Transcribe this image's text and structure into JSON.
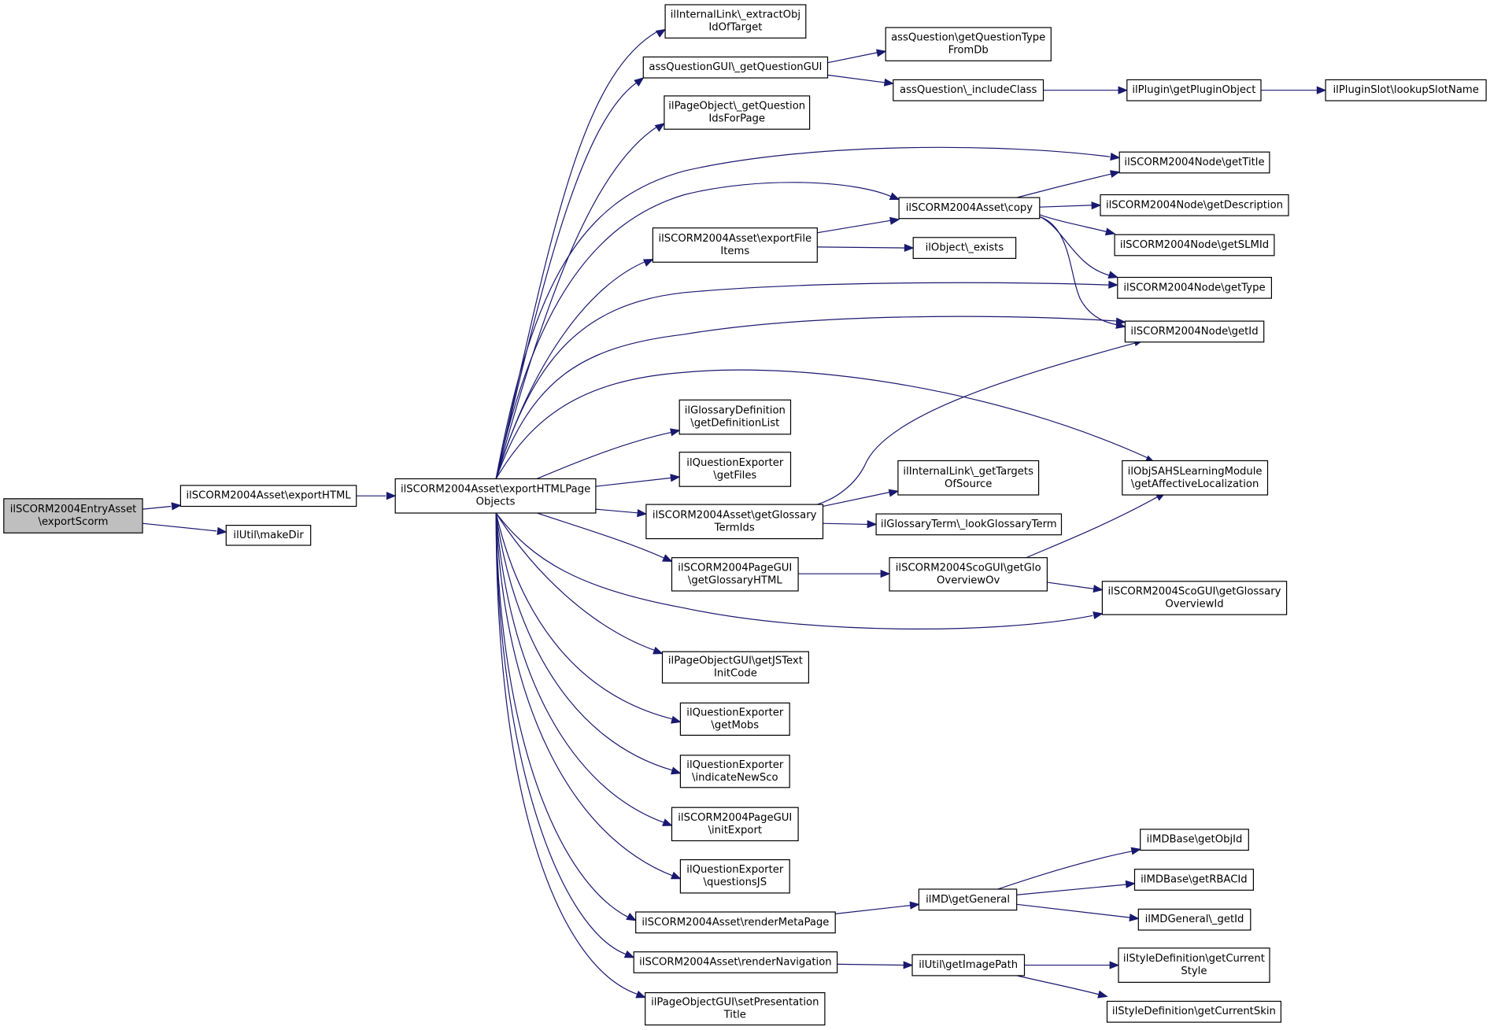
{
  "diagram": {
    "edge_color": "#191970",
    "root_fill": "#bfbfbf",
    "nodes": [
      {
        "id": "n1",
        "lines": [
          "ilSCORM2004EntryAsset",
          "\\exportScorm"
        ]
      },
      {
        "id": "n2",
        "lines": [
          "ilSCORM2004Asset\\exportHTML"
        ]
      },
      {
        "id": "n3",
        "lines": [
          "ilUtil\\makeDir"
        ]
      },
      {
        "id": "n4",
        "lines": [
          "ilSCORM2004Asset\\exportHTMLPage",
          "Objects"
        ]
      },
      {
        "id": "n5",
        "lines": [
          "ilInternalLink\\_extractObj",
          "IdOfTarget"
        ]
      },
      {
        "id": "n6",
        "lines": [
          "assQuestionGUI\\_getQuestionGUI"
        ]
      },
      {
        "id": "n7",
        "lines": [
          "ilPageObject\\_getQuestion",
          "IdsForPage"
        ]
      },
      {
        "id": "n8",
        "lines": [
          "ilSCORM2004Asset\\exportFile",
          "Items"
        ]
      },
      {
        "id": "n9",
        "lines": [
          "ilGlossaryDefinition",
          "\\getDefinitionList"
        ]
      },
      {
        "id": "n10",
        "lines": [
          "ilQuestionExporter",
          "\\getFiles"
        ]
      },
      {
        "id": "n11",
        "lines": [
          "ilSCORM2004Asset\\getGlossary",
          "TermIds"
        ]
      },
      {
        "id": "n12",
        "lines": [
          "ilSCORM2004PageGUI",
          "\\getGlossaryHTML"
        ]
      },
      {
        "id": "n13",
        "lines": [
          "ilPageObjectGUI\\getJSText",
          "InitCode"
        ]
      },
      {
        "id": "n14",
        "lines": [
          "ilQuestionExporter",
          "\\getMobs"
        ]
      },
      {
        "id": "n15",
        "lines": [
          "ilQuestionExporter",
          "\\indicateNewSco"
        ]
      },
      {
        "id": "n16",
        "lines": [
          "ilSCORM2004PageGUI",
          "\\initExport"
        ]
      },
      {
        "id": "n17",
        "lines": [
          "ilQuestionExporter",
          "\\questionsJS"
        ]
      },
      {
        "id": "n18",
        "lines": [
          "ilSCORM2004Asset\\renderMetaPage"
        ]
      },
      {
        "id": "n19",
        "lines": [
          "ilSCORM2004Asset\\renderNavigation"
        ]
      },
      {
        "id": "n20",
        "lines": [
          "ilPageObjectGUI\\setPresentation",
          "Title"
        ]
      },
      {
        "id": "n21",
        "lines": [
          "assQuestion\\getQuestionType",
          "FromDb"
        ]
      },
      {
        "id": "n22",
        "lines": [
          "assQuestion\\_includeClass"
        ]
      },
      {
        "id": "n23",
        "lines": [
          "ilSCORM2004Asset\\copy"
        ]
      },
      {
        "id": "n24",
        "lines": [
          "ilObject\\_exists"
        ]
      },
      {
        "id": "n25",
        "lines": [
          "ilInternalLink\\_getTargets",
          "OfSource"
        ]
      },
      {
        "id": "n26",
        "lines": [
          "ilGlossaryTerm\\_lookGlossaryTerm"
        ]
      },
      {
        "id": "n27",
        "lines": [
          "ilSCORM2004ScoGUI\\getGlo",
          "OverviewOv"
        ]
      },
      {
        "id": "n28",
        "lines": [
          "ilMD\\getGeneral"
        ]
      },
      {
        "id": "n29",
        "lines": [
          "ilUtil\\getImagePath"
        ]
      },
      {
        "id": "n30",
        "lines": [
          "ilPlugin\\getPluginObject"
        ]
      },
      {
        "id": "n31",
        "lines": [
          "ilPluginSlot\\lookupSlotName"
        ]
      },
      {
        "id": "n32",
        "lines": [
          "ilSCORM2004Node\\getTitle"
        ]
      },
      {
        "id": "n33",
        "lines": [
          "ilSCORM2004Node\\getDescription"
        ]
      },
      {
        "id": "n34",
        "lines": [
          "ilSCORM2004Node\\getSLMId"
        ]
      },
      {
        "id": "n35",
        "lines": [
          "ilSCORM2004Node\\getType"
        ]
      },
      {
        "id": "n36",
        "lines": [
          "ilSCORM2004Node\\getId"
        ]
      },
      {
        "id": "n37",
        "lines": [
          "ilObjSAHSLearningModule",
          "\\getAffectiveLocalization"
        ]
      },
      {
        "id": "n38",
        "lines": [
          "ilSCORM2004ScoGUI\\getGlossary",
          "OverviewId"
        ]
      },
      {
        "id": "n39",
        "lines": [
          "ilMDBase\\getObjId"
        ]
      },
      {
        "id": "n40",
        "lines": [
          "ilMDBase\\getRBACId"
        ]
      },
      {
        "id": "n41",
        "lines": [
          "ilMDGeneral\\_getId"
        ]
      },
      {
        "id": "n42",
        "lines": [
          "ilStyleDefinition\\getCurrent",
          "Style"
        ]
      },
      {
        "id": "n43",
        "lines": [
          "ilStyleDefinition\\getCurrentSkin"
        ]
      }
    ],
    "edges": [
      [
        "n1",
        "n2"
      ],
      [
        "n1",
        "n3"
      ],
      [
        "n2",
        "n4"
      ],
      [
        "n4",
        "n5"
      ],
      [
        "n4",
        "n6"
      ],
      [
        "n4",
        "n7"
      ],
      [
        "n4",
        "n32"
      ],
      [
        "n4",
        "n23"
      ],
      [
        "n4",
        "n8"
      ],
      [
        "n4",
        "n35"
      ],
      [
        "n4",
        "n36"
      ],
      [
        "n4",
        "n37"
      ],
      [
        "n4",
        "n9"
      ],
      [
        "n4",
        "n10"
      ],
      [
        "n4",
        "n11"
      ],
      [
        "n4",
        "n12"
      ],
      [
        "n4",
        "n38"
      ],
      [
        "n4",
        "n13"
      ],
      [
        "n4",
        "n14"
      ],
      [
        "n4",
        "n15"
      ],
      [
        "n4",
        "n16"
      ],
      [
        "n4",
        "n17"
      ],
      [
        "n4",
        "n18"
      ],
      [
        "n4",
        "n19"
      ],
      [
        "n4",
        "n20"
      ],
      [
        "n6",
        "n21"
      ],
      [
        "n6",
        "n22"
      ],
      [
        "n22",
        "n30"
      ],
      [
        "n30",
        "n31"
      ],
      [
        "n8",
        "n23"
      ],
      [
        "n8",
        "n24"
      ],
      [
        "n23",
        "n32"
      ],
      [
        "n23",
        "n33"
      ],
      [
        "n23",
        "n34"
      ],
      [
        "n23",
        "n35"
      ],
      [
        "n23",
        "n36"
      ],
      [
        "n11",
        "n36"
      ],
      [
        "n11",
        "n25"
      ],
      [
        "n11",
        "n26"
      ],
      [
        "n12",
        "n27"
      ],
      [
        "n27",
        "n37"
      ],
      [
        "n27",
        "n38"
      ],
      [
        "n18",
        "n28"
      ],
      [
        "n28",
        "n39"
      ],
      [
        "n28",
        "n40"
      ],
      [
        "n28",
        "n41"
      ],
      [
        "n19",
        "n29"
      ],
      [
        "n29",
        "n42"
      ],
      [
        "n29",
        "n43"
      ]
    ]
  }
}
